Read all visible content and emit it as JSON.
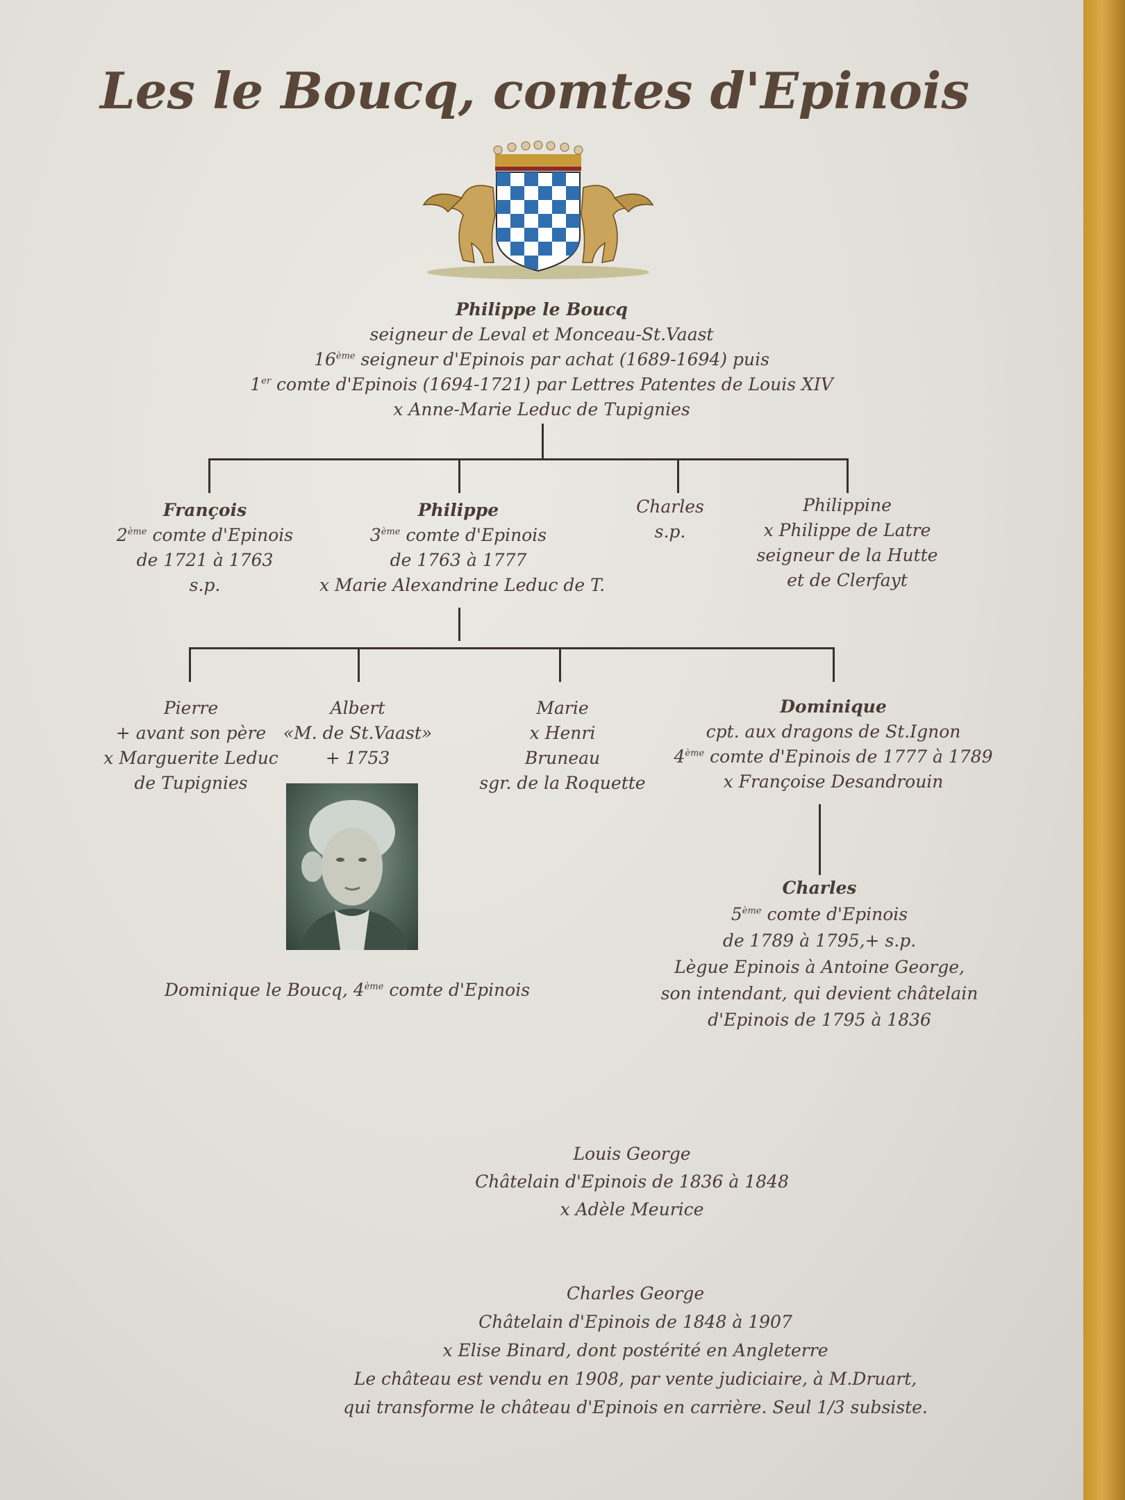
{
  "title": "Les le Boucq, comtes d'Epinois",
  "root": {
    "name": "Philippe le Boucq",
    "l1": "seigneur de Leval et Monceau-St.Vaast",
    "l2_pre": "16",
    "l2_sup": "ème",
    "l2_post": " seigneur d'Epinois par achat (1689-1694) puis",
    "l3_pre": "1",
    "l3_sup": "er",
    "l3_post": " comte d'Epinois (1694-1721) par Lettres Patentes de Louis XIV",
    "l4": "x Anne-Marie Leduc de Tupignies"
  },
  "gen2": {
    "francois": {
      "name": "François",
      "l1_pre": "2",
      "l1_sup": "ème",
      "l1_post": " comte d'Epinois",
      "l2": "de 1721 à 1763",
      "l3": "s.p."
    },
    "philippe": {
      "name": "Philippe",
      "l1_pre": "3",
      "l1_sup": "ème",
      "l1_post": " comte d'Epinois",
      "l2": "de 1763 à 1777",
      "l3": "x Marie Alexandrine Leduc de T."
    },
    "charles": {
      "name": "Charles",
      "l1": "s.p."
    },
    "philippine": {
      "name": "Philippine",
      "l1": "x Philippe de Latre",
      "l2": "seigneur de la Hutte",
      "l3": "et de Clerfayt"
    }
  },
  "gen3": {
    "pierre": {
      "name": "Pierre",
      "l1": "+ avant son père",
      "l2": "x Marguerite Leduc",
      "l3": "de Tupignies"
    },
    "albert": {
      "name": "Albert",
      "l1": "«M. de St.Vaast»",
      "l2": "+ 1753"
    },
    "marie": {
      "name": "Marie",
      "l1": "x Henri",
      "l2": "Bruneau",
      "l3": "sgr. de la Roquette"
    },
    "dominique": {
      "name": "Dominique",
      "l1": "cpt. aux dragons de St.Ignon",
      "l2_pre": "4",
      "l2_sup": "ème",
      "l2_post": " comte d'Epinois  de 1777 à 1789",
      "l3": "x Françoise Desandrouin"
    }
  },
  "portrait": {
    "caption_pre": "Dominique le Boucq, 4",
    "caption_sup": "ème",
    "caption_post": " comte d'Epinois"
  },
  "charles5": {
    "name": "Charles",
    "l1_pre": "5",
    "l1_sup": "ème",
    "l1_post": " comte d'Epinois",
    "l2": "de 1789 à 1795,+ s.p.",
    "l3": "Lègue Epinois à Antoine George,",
    "l4": "son intendant, qui devient châtelain",
    "l5": "d'Epinois de 1795 à 1836"
  },
  "louis": {
    "name": "Louis George",
    "l1": "Châtelain d'Epinois de 1836 à 1848",
    "l2": "x Adèle Meurice"
  },
  "charlesgeorge": {
    "name": "Charles George",
    "l1": "Châtelain d'Epinois de 1848 à 1907",
    "l2": "x Elise Binard, dont postérité en Angleterre",
    "l3": "Le château est vendu en 1908, par vente judiciaire, à M.Druart,",
    "l4": "qui transforme le château d'Epinois en carrière. Seul 1/3 subsiste."
  },
  "colors": {
    "ink": "#4a3b35",
    "crest_blue": "#2f6fb0",
    "crest_gold": "#c89a3a"
  }
}
